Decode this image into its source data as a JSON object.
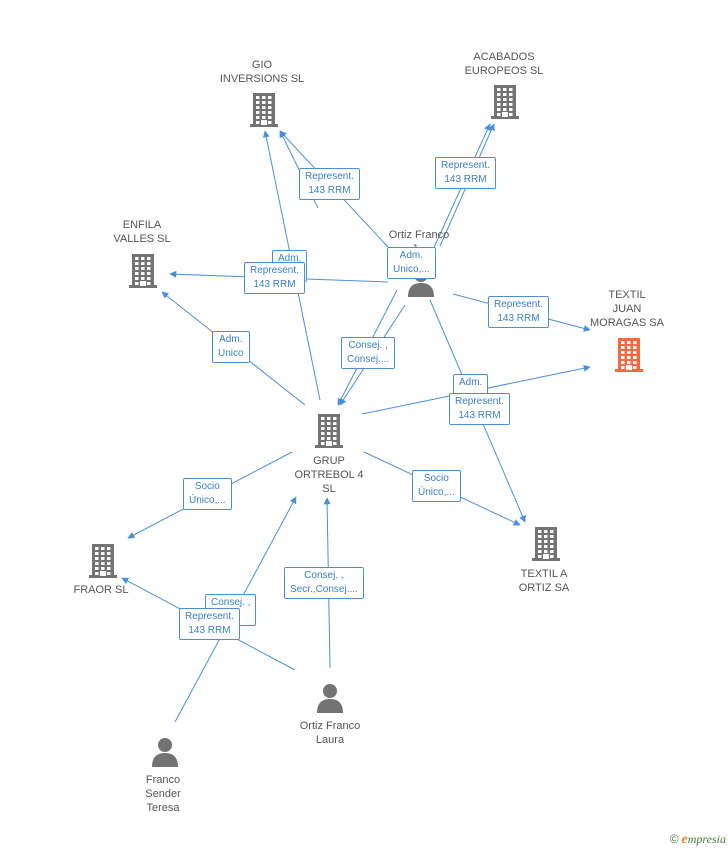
{
  "colors": {
    "edge": "#4a90d9",
    "company": "#737373",
    "highlight": "#f26a3d",
    "person": "#737373"
  },
  "nodes": [
    {
      "id": "gio",
      "type": "company",
      "label_lines": [
        "GIO",
        "INVERSIONS SL"
      ]
    },
    {
      "id": "acabados",
      "type": "company",
      "label_lines": [
        "ACABADOS",
        "EUROPEOS SL"
      ]
    },
    {
      "id": "enfila",
      "type": "company",
      "label_lines": [
        "ENFILA",
        "VALLES SL"
      ]
    },
    {
      "id": "ortiz_juan",
      "type": "person",
      "label_lines": [
        "Ortiz Franco",
        "J..."
      ]
    },
    {
      "id": "textil_juan",
      "type": "company",
      "highlight": true,
      "label_lines": [
        "TEXTIL",
        "JUAN",
        "MORAGAS SA"
      ]
    },
    {
      "id": "grup",
      "type": "company",
      "label_lines": [
        "GRUP",
        "ORTREBOL 4",
        "SL"
      ]
    },
    {
      "id": "fraor",
      "type": "company",
      "label_lines": [
        "FRAOR SL"
      ]
    },
    {
      "id": "textil_a",
      "type": "company",
      "label_lines": [
        "TEXTIL A",
        "ORTIZ SA"
      ]
    },
    {
      "id": "ortiz_laura",
      "type": "person",
      "label_lines": [
        "Ortiz Franco",
        "Laura"
      ]
    },
    {
      "id": "franco_sender",
      "type": "person",
      "label_lines": [
        "Franco",
        "Sender",
        "Teresa"
      ]
    }
  ],
  "edge_labels": [
    {
      "id": "l1",
      "lines": [
        "Represent.",
        "143 RRM"
      ]
    },
    {
      "id": "l2",
      "lines": [
        "Represent.",
        "143 RRM"
      ]
    },
    {
      "id": "l3",
      "lines": [
        "Adm.",
        "Unico,..."
      ]
    },
    {
      "id": "l4",
      "lines": [
        "Adm.",
        ""
      ]
    },
    {
      "id": "l5",
      "lines": [
        "Represent.",
        "143 RRM"
      ]
    },
    {
      "id": "l6",
      "lines": [
        "Represent.",
        "143 RRM"
      ]
    },
    {
      "id": "l7",
      "lines": [
        "Adm.",
        "Unico"
      ]
    },
    {
      "id": "l8",
      "lines": [
        "Consej. ,",
        "Consej...."
      ]
    },
    {
      "id": "l9",
      "lines": [
        "Adm.",
        ""
      ]
    },
    {
      "id": "l10",
      "lines": [
        "Represent.",
        "143 RRM"
      ]
    },
    {
      "id": "l11",
      "lines": [
        "Socio",
        "Único,..."
      ]
    },
    {
      "id": "l12",
      "lines": [
        "Socio",
        "Único,..."
      ]
    },
    {
      "id": "l13",
      "lines": [
        "Consej. ,",
        "Secr.,Consej...."
      ]
    },
    {
      "id": "l14",
      "lines": [
        "Consej. ,",
        "..."
      ]
    },
    {
      "id": "l15",
      "lines": [
        "Represent.",
        "143 RRM"
      ]
    }
  ],
  "footer": {
    "copyright": "©",
    "brand_initial": "e",
    "brand_rest": "mpresia"
  }
}
